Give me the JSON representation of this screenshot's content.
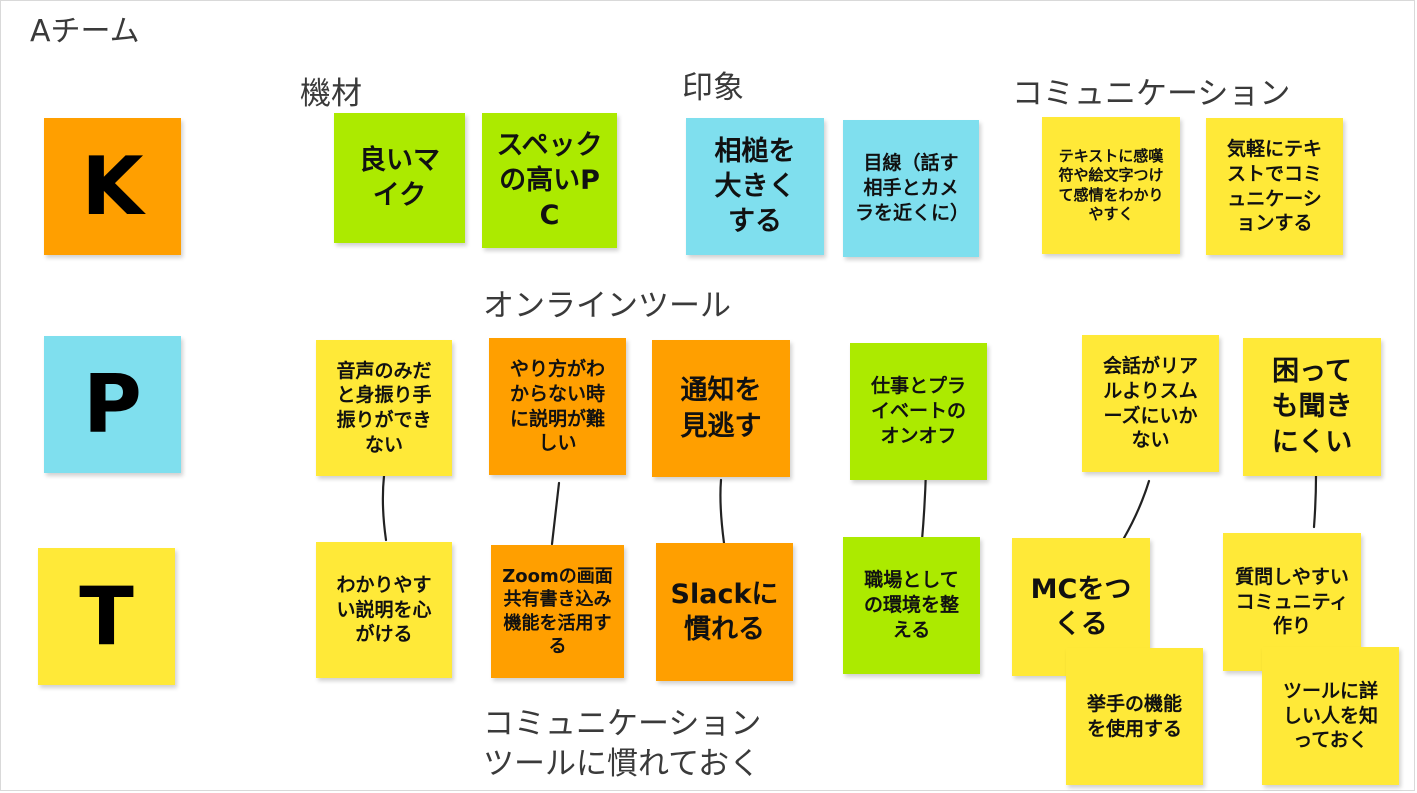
{
  "board": {
    "title": "Aチーム"
  },
  "colors": {
    "orange": "#ff9f00",
    "green": "#acea00",
    "blue": "#7fdfee",
    "yellow": "#ffe938"
  },
  "rows": {
    "k": "K",
    "p": "P",
    "t": "T"
  },
  "labels": {
    "kizai": "機材",
    "inshou": "印象",
    "communication": "コミュニケーション",
    "online_tool": "オンラインツール",
    "comm_tool": "コミュニケーション\nツールに慣れておく"
  },
  "notes": {
    "k1": "良いマイク",
    "k2": "スペックの高いPC",
    "k3": "相槌を大きくする",
    "k4": "目線（話す相手とカメラを近くに）",
    "k5": "テキストに感嘆符や絵文字つけて感情をわかりやすく",
    "k6": "気軽にテキストでコミュニケーションする",
    "p1": "音声のみだと身振り手振りができない",
    "p2": "やり方がわからない時に説明が難しい",
    "p3": "通知を見逃す",
    "p4": "仕事とプライベートのオンオフ",
    "p5": "会話がリアルよりスムーズにいかない",
    "p6": "困っても聞きにくい",
    "t1": "わかりやすい説明を心がける",
    "t2": "Zoomの画面共有書き込み機能を活用する",
    "t3": "Slackに慣れる",
    "t4": "職場としての環境を整える",
    "t5": "MCをつくる",
    "t6": "挙手の機能を使用する",
    "t7": "質問しやすいコミュニティ作り",
    "t8": "ツールに詳しい人を知っておく"
  }
}
